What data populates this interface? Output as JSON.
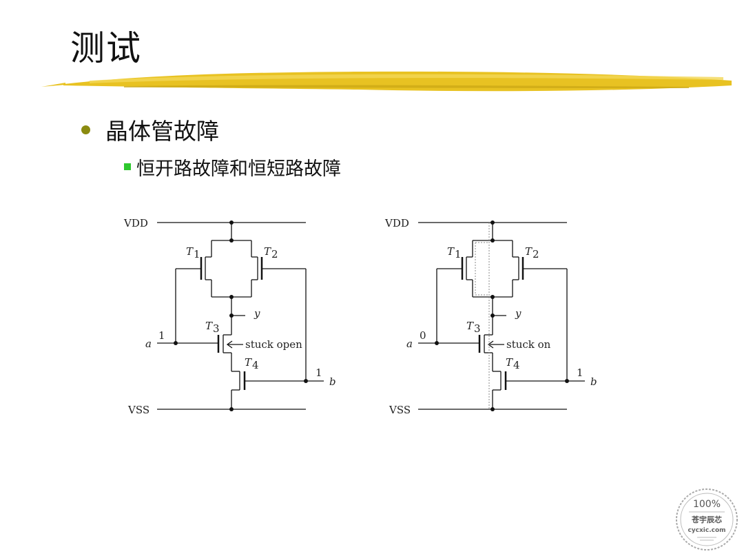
{
  "slide": {
    "title": "测试",
    "bullet1": "晶体管故障",
    "bullet2": "恒开路故障和恒短路故障"
  },
  "left_circuit": {
    "vdd": "VDD",
    "vss": "VSS",
    "t1": "T",
    "t1_sub": "1",
    "t2": "T",
    "t2_sub": "2",
    "t3": "T",
    "t3_sub": "3",
    "t4": "T",
    "t4_sub": "4",
    "y": "y",
    "a": "a",
    "a_val": "1",
    "b": "b",
    "b_val": "1",
    "fault": "stuck open"
  },
  "right_circuit": {
    "vdd": "VDD",
    "vss": "VSS",
    "t1": "T",
    "t1_sub": "1",
    "t2": "T",
    "t2_sub": "2",
    "t3": "T",
    "t3_sub": "3",
    "t4": "T",
    "t4_sub": "4",
    "y": "y",
    "a": "a",
    "a_val": "0",
    "b": "b",
    "b_val": "1",
    "fault": "stuck on"
  },
  "watermark": {
    "percent": "100%",
    "brand": "苍宇辰芯",
    "site": "cycxic.com"
  },
  "colors": {
    "brush": "#e8c222",
    "bullet1": "#8b8b10",
    "bullet2": "#2ec82e"
  }
}
